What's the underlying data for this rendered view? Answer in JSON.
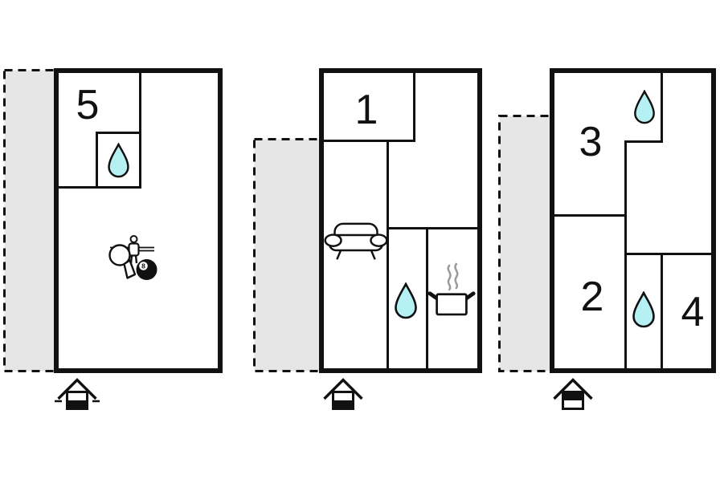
{
  "colors": {
    "wall": "#111111",
    "label": "#111111",
    "water_fill": "#b5f0f2",
    "annex_fill": "#e6e6e6",
    "steam": "#9a9a9a",
    "background": "#ffffff"
  },
  "plans": [
    {
      "name": "unit-left",
      "rooms": [
        {
          "label": "5"
        }
      ],
      "icons": [
        "water-drop-icon",
        "foosball-player-icon",
        "table-tennis-paddle-icon",
        "billiard-8-ball-icon"
      ],
      "billiard_ball_label": "8",
      "annex": {
        "style": "dashed-outline",
        "filled": true
      },
      "floor_indicator": {
        "type": "ground-floor",
        "side_marks": true
      }
    },
    {
      "name": "unit-middle",
      "rooms": [
        {
          "label": "1"
        }
      ],
      "icons": [
        "sofa-icon",
        "water-drop-icon",
        "cooking-pot-icon"
      ],
      "annex": {
        "style": "dashed-outline",
        "filled": true
      },
      "floor_indicator": {
        "type": "ground-floor",
        "side_marks": false
      }
    },
    {
      "name": "unit-right",
      "rooms": [
        {
          "label": "3"
        },
        {
          "label": "2"
        },
        {
          "label": "4"
        }
      ],
      "icons": [
        "water-drop-icon",
        "water-drop-icon"
      ],
      "annex": {
        "style": "dashed-outline",
        "filled": true
      },
      "floor_indicator": {
        "type": "upper-floor",
        "side_marks": false
      }
    }
  ]
}
